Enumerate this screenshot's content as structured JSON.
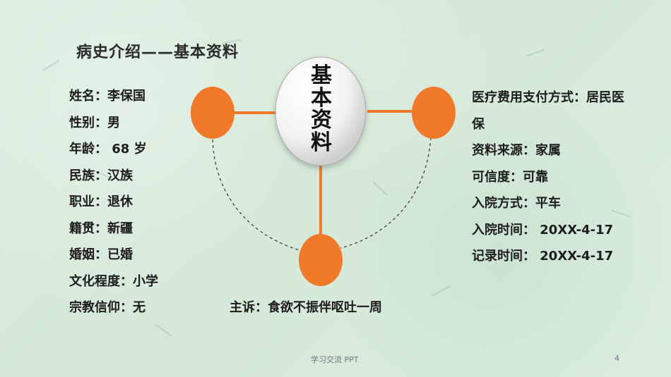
{
  "title": "病史介绍——基本资料",
  "center_label": "基本资料",
  "left_info": [
    "姓名：李保国",
    "性别：男",
    "年龄： 68 岁",
    "民族：汉族",
    "职业：退休",
    "籍贯：新疆",
    "婚姻：已婚",
    "文化程度：小学",
    "宗教信仰：无"
  ],
  "right_info": [
    "医疗费用支付方式：居民医保",
    "资料来源：家属",
    "可信度：可靠",
    "入院方式：平车",
    "入院时间： 20XX-4-17",
    "记录时间： 20XX-4-17"
  ],
  "main_complaint": "主诉：食欲不振伴呕吐一周",
  "footer": "学习交流 PPT",
  "page_number": "4",
  "colors": {
    "background": "#d9ebdd",
    "accent": "#f07a2a",
    "text": "#1d1d1d"
  }
}
